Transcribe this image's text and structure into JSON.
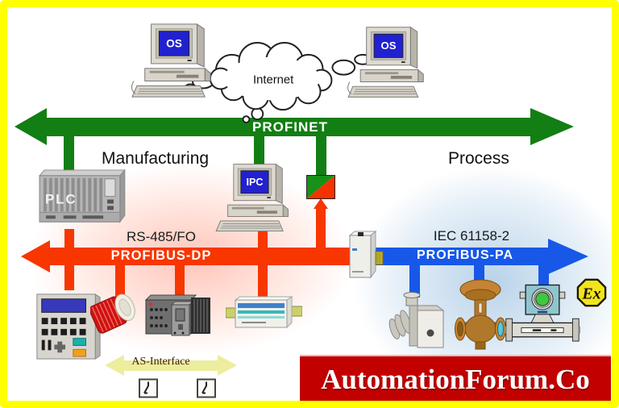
{
  "frame": {
    "border_color": "#FFFF00",
    "background": "#FFFFFF"
  },
  "workstations": {
    "os_left_label": "OS",
    "os_right_label": "OS",
    "ipc_label": "IPC"
  },
  "cloud": {
    "label": "Internet"
  },
  "zones": {
    "manufacturing_label": "Manufacturing",
    "process_label": "Process"
  },
  "devices": {
    "plc_label": "PLC"
  },
  "buses": {
    "profinet": {
      "label": "PROFINET",
      "color": "#137E13"
    },
    "profibus_dp": {
      "label": "PROFIBUS-DP",
      "standard_label": "RS-485/FO",
      "color": "#F83600"
    },
    "profibus_pa": {
      "label": "PROFIBUS-PA",
      "standard_label": "IEC 61158-2",
      "color": "#1758E8"
    },
    "as_interface": {
      "label": "AS-Interface",
      "color": "#EDED9E"
    }
  },
  "badges": {
    "ex_label": "Ex"
  },
  "banner": {
    "text": "AutomationForum.Co",
    "background": "#C20000",
    "text_color": "#FFFFFF"
  }
}
